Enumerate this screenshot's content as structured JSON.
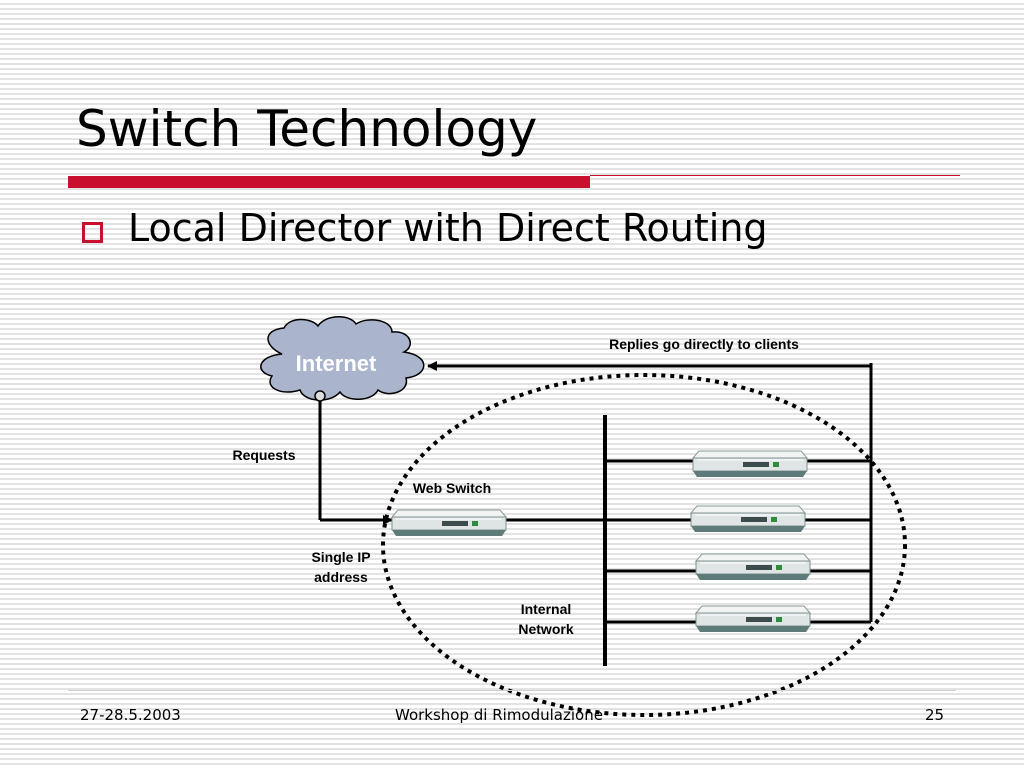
{
  "slide": {
    "title": "Switch Technology",
    "bullet": "Local Director with Direct Routing"
  },
  "diagram": {
    "cloud_label": "Internet",
    "replies_label": "Replies go directly to clients",
    "requests_label": "Requests",
    "web_switch_label": "Web Switch",
    "single_ip_label": "Single IP address",
    "internal_network_label": "Internal Network"
  },
  "footer": {
    "date": "27-28.5.2003",
    "event": "Workshop di Rimodulazione",
    "page": "25"
  },
  "colors": {
    "accent": "#c8102e",
    "cloud_fill": "#aab4cc",
    "device_top": "#e8ecec",
    "device_side": "#6f8a88"
  }
}
